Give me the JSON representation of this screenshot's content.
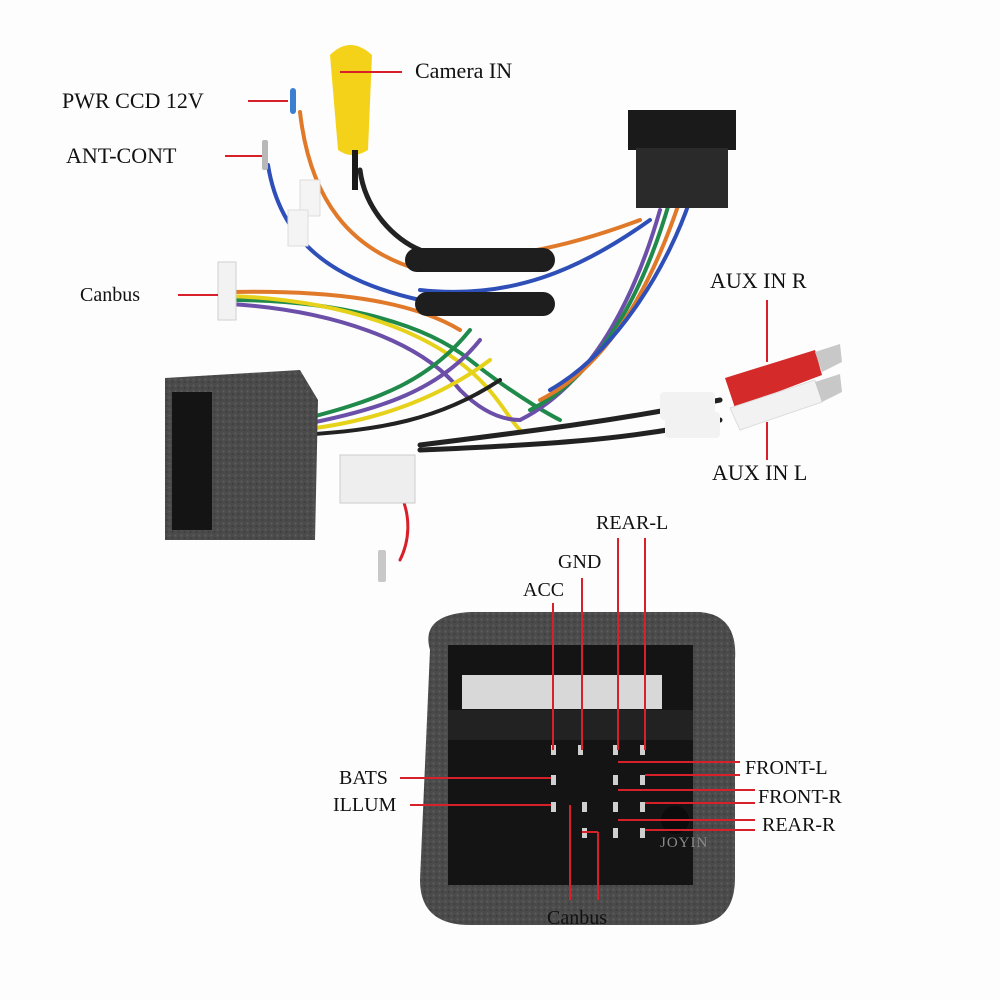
{
  "title": "Car stereo wiring harness connector pinout",
  "labels": {
    "camera_in": "Camera IN",
    "pwr_ccd": "PWR CCD 12V",
    "ant_cont": "ANT-CONT",
    "canbus_top": "Canbus",
    "aux_in_r": "AUX IN R",
    "aux_in_l": "AUX IN L",
    "rear_l": "REAR-L",
    "gnd": "GND",
    "acc": "ACC",
    "bats": "BATS",
    "illum": "ILLUM",
    "front_l": "FRONT-L",
    "front_r": "FRONT-R",
    "rear_r": "REAR-R",
    "canbus_bottom": "Canbus"
  },
  "watermark": "JOYIN",
  "colors": {
    "leader": "#d8202a",
    "foam": "#4a4a4a",
    "rca_red": "#d42a2a",
    "rca_white": "#f2f2f2",
    "camera_yellow": "#f5d21a"
  }
}
